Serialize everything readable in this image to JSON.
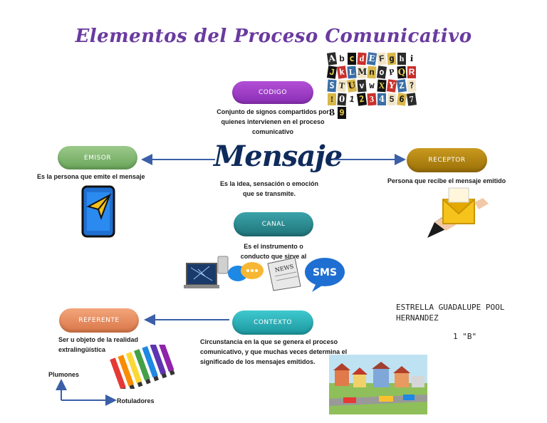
{
  "title": "Elementos del Proceso Comunicativo",
  "center": {
    "word": "Mensaje",
    "desc": "Es la idea, sensación o emoción que se transmite."
  },
  "codigo": {
    "label": "CODIGO",
    "desc": "Conjunto de signos compartidos por quienes intervienen en el proceso comunicativo",
    "color": "#9b3dc4"
  },
  "emisor": {
    "label": "EMISOR",
    "desc": "Es la persona que emite el mensaje",
    "color": "#7cb56a"
  },
  "receptor": {
    "label": "RECEPTOR",
    "desc": "Persona que recibe el mensaje emitido",
    "color": "#b8860b"
  },
  "canal": {
    "label": "CANAL",
    "desc": "Es el instrumento o conducto que sirve al",
    "color": "#2f8f95"
  },
  "contexto": {
    "label": "CONTEXTO",
    "desc": "Circunstancia en la que se genera el proceso comunicativo, y que muchas veces determina el significado de los mensajes emitidos.",
    "color": "#2ab0b8"
  },
  "referente": {
    "label": "REFERENTE",
    "desc": "Ser u objeto de la realidad extralingüística",
    "color": "#e98f62"
  },
  "example": {
    "a": "Plumones",
    "b": "Rotuladores"
  },
  "author": {
    "name": "ESTRELLA GUADALUPE POOL HERNANDEZ",
    "group": "1 \"B\""
  },
  "alphabet": "AbcdEFghiJkLMnoPQRSTUvwXYZ?!0123456789",
  "sms_label": "SMS",
  "news_label": "NEWS"
}
